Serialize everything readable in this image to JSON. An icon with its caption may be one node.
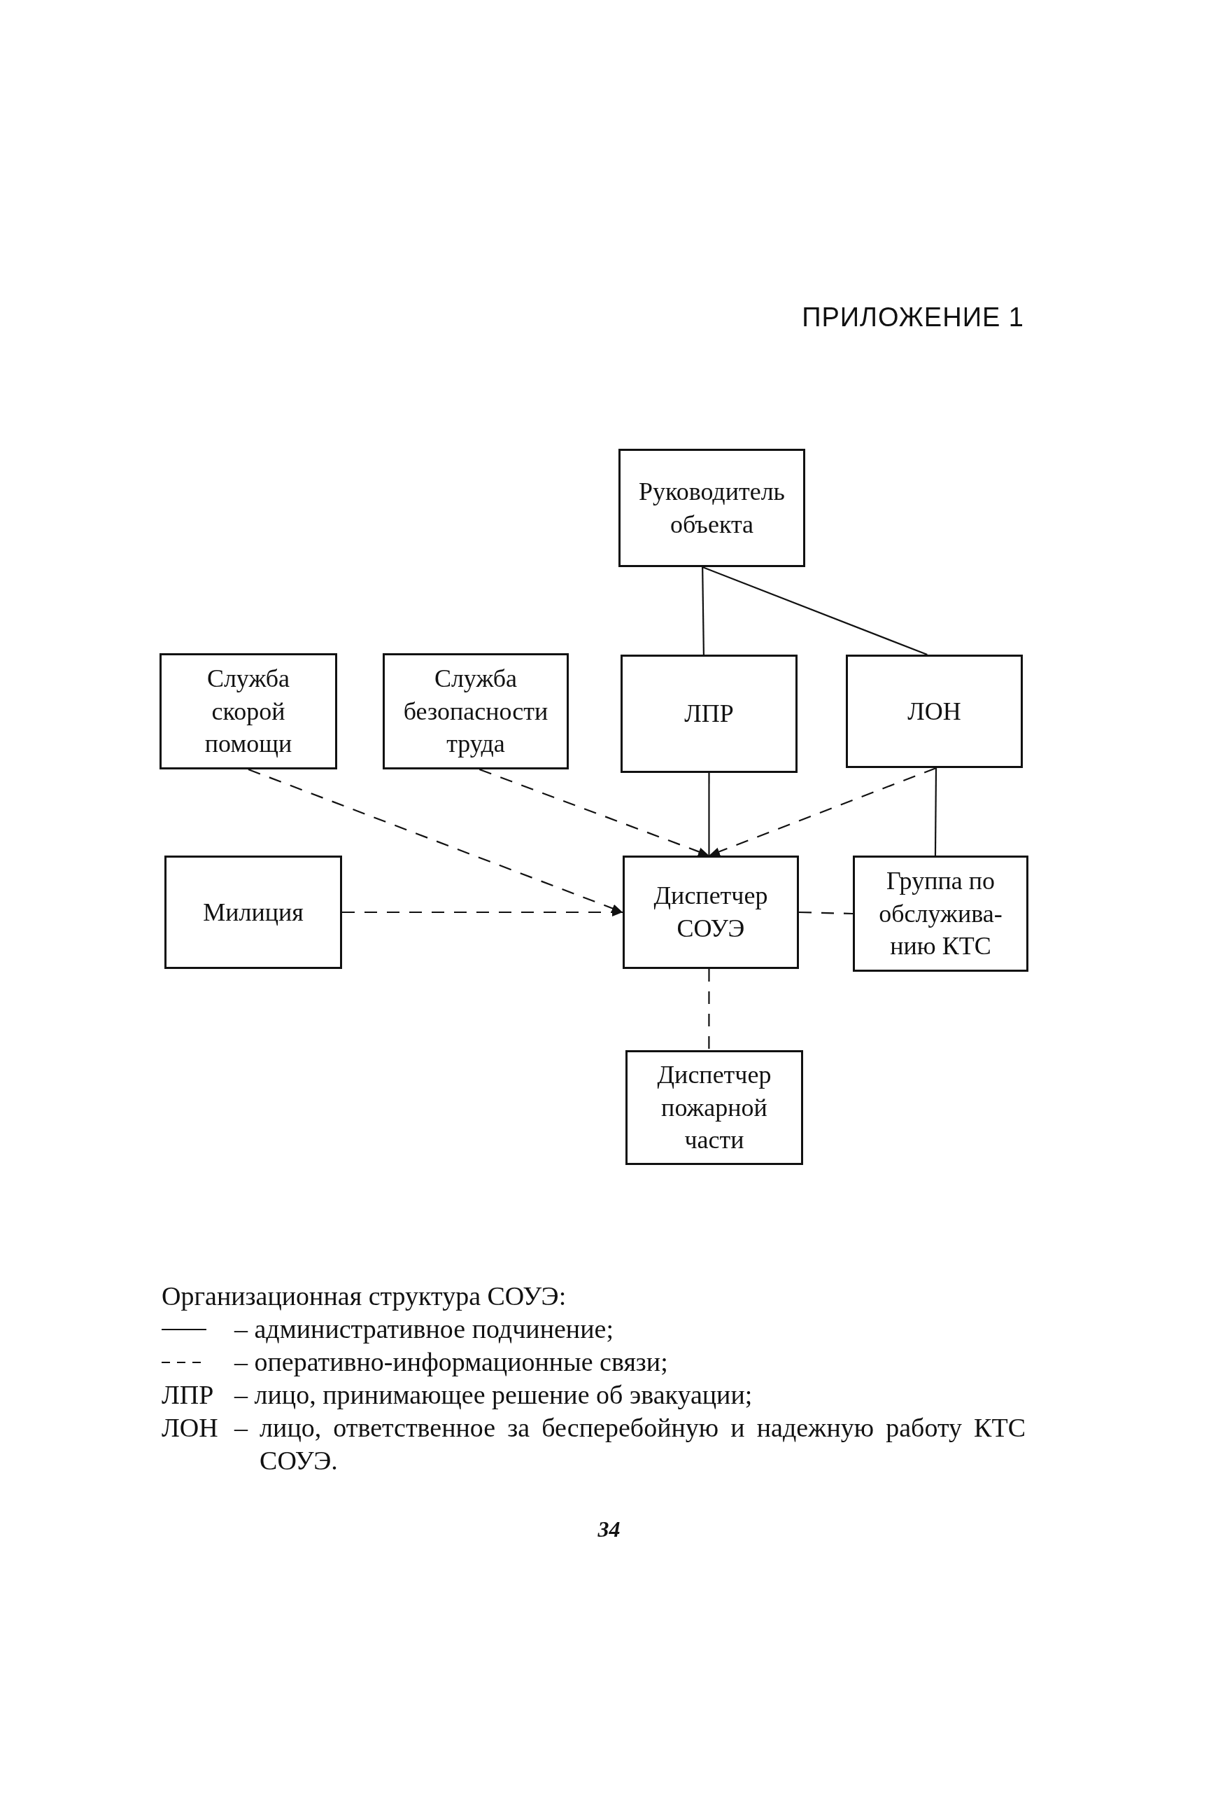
{
  "diagram": {
    "caption": "Организационная структура СОУЭ:",
    "nodes": [
      {
        "text": [
          "Руководитель объекта"
        ]
      },
      {
        "text": [
          "Служба скорой помощи"
        ]
      },
      {
        "text": [
          "Служба безопасности труда"
        ]
      },
      {
        "text": [
          "ЛПР"
        ]
      },
      {
        "text": [
          "ЛОН"
        ]
      },
      {
        "text": [
          "Милиция"
        ]
      },
      {
        "text": [
          "Диспетчер СОУЭ"
        ]
      },
      {
        "text": [
          "Группа по обслужива-нию КТС"
        ]
      },
      {
        "text": [
          "Диспетчер пожарной части"
        ]
      }
    ],
    "edges": [
      {
        "from": 0,
        "to": 3,
        "arrow": "none"
      },
      {
        "from": 0,
        "to": 4,
        "arrow": "none"
      },
      {
        "from": 3,
        "to": 6,
        "arrow": "none"
      },
      {
        "from": 4,
        "to": 7,
        "arrow": "none"
      },
      {
        "from": 1,
        "to": 6,
        "arrow": "to",
        "style": "dashed"
      },
      {
        "from": 2,
        "to": 6,
        "arrow": "to",
        "style": "dashed"
      },
      {
        "from": 4,
        "to": 6,
        "arrow": "to",
        "style": "dashed"
      },
      {
        "from": 5,
        "to": 6,
        "arrow": "to",
        "style": "dashed"
      },
      {
        "from": 6,
        "to": 7,
        "arrow": "none",
        "style": "dashed"
      },
      {
        "from": 6,
        "to": 8,
        "arrow": "none",
        "style": "dashed"
      }
    ],
    "labels": [
      "ПРИЛОЖЕНИЕ 1",
      "ЛПР",
      "– лицо, принимающее решение об эвакуации;",
      "ЛОН",
      "– лицо, ответственное за бесперебойную и надежную работу КТС СОУЭ.",
      "34"
    ],
    "legend": [
      {
        "text": "– административное подчинение;"
      },
      {
        "text": "– оперативно-информационные связи;"
      }
    ]
  }
}
